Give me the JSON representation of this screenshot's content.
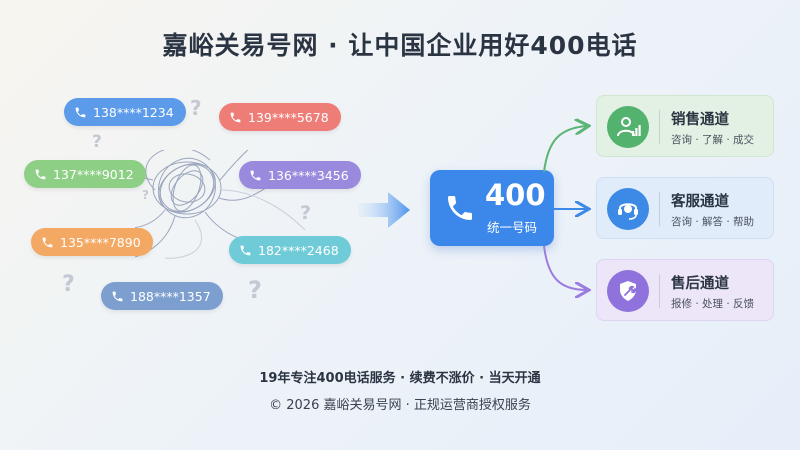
{
  "title": "嘉峪关易号网 · 让中国企业用好400电话",
  "numbers": [
    {
      "label": "138****1234",
      "color": "#5b9bea"
    },
    {
      "label": "139****5678",
      "color": "#ee7d78"
    },
    {
      "label": "137****9012",
      "color": "#8ecf86"
    },
    {
      "label": "136****3456",
      "color": "#9a8ade"
    },
    {
      "label": "135****7890",
      "color": "#f3a864"
    },
    {
      "label": "182****2468",
      "color": "#6fcbd8"
    },
    {
      "label": "188****1357",
      "color": "#7d9fd0"
    }
  ],
  "hub": {
    "number": "400",
    "subtitle": "统一号码",
    "color": "#3c87ea"
  },
  "channels": [
    {
      "title": "销售通道",
      "desc": "咨询 · 了解 · 成交",
      "icon": "sales-chart-person-icon",
      "bg": "#e2f1e3",
      "border": "#cfe6d1",
      "accent": "#52b26e"
    },
    {
      "title": "客服通道",
      "desc": "咨询 · 解答 · 帮助",
      "icon": "headset-icon",
      "bg": "#e1ecfa",
      "border": "#cddff5",
      "accent": "#3d8ae6"
    },
    {
      "title": "售后通道",
      "desc": "报修 · 处理 · 反馈",
      "icon": "shield-wrench-icon",
      "bg": "#ece6f8",
      "border": "#ddd4f2",
      "accent": "#8f72db"
    }
  ],
  "footer": {
    "line1": "19年专注400电话服务 · 续费不涨价 · 当天开通",
    "line2": "© 2026 嘉峪关易号网 · 正规运营商授权服务"
  }
}
